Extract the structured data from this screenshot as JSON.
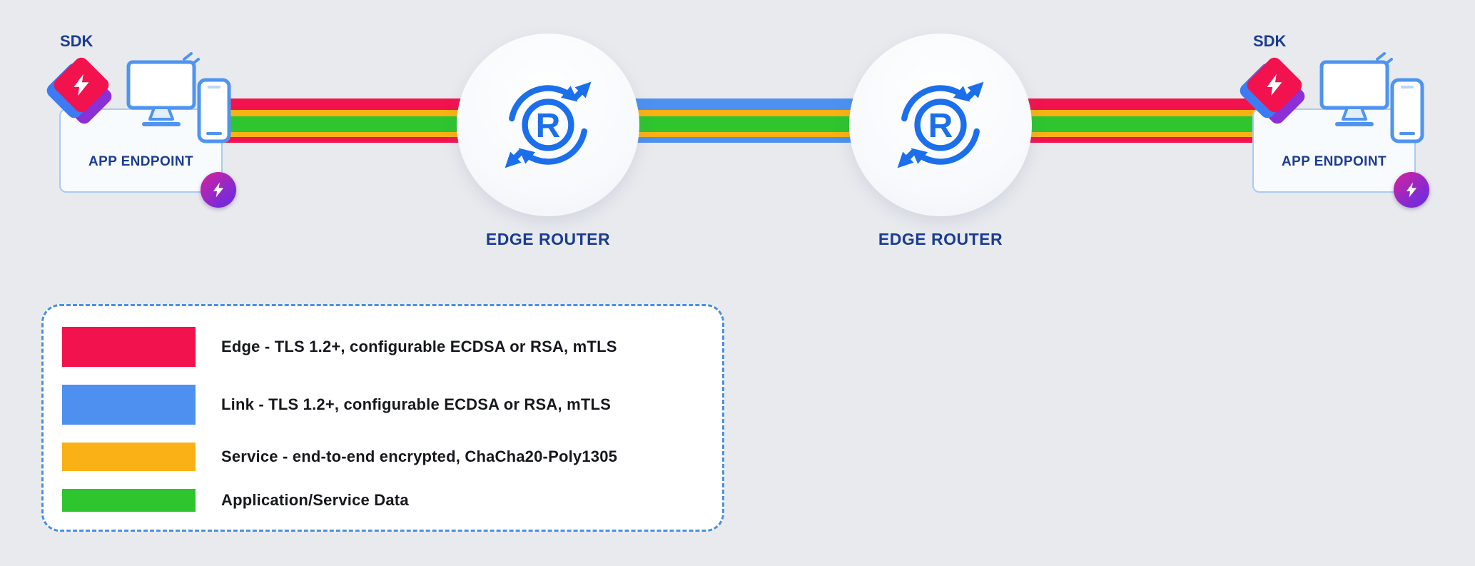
{
  "canvas": {
    "bg": "#e8eaee"
  },
  "colors": {
    "edge": "#F2124E",
    "link": "#4D90F0",
    "service": "#F9B115",
    "data": "#2EC52E",
    "router": "#1B6FEA",
    "navy": "#1B3C8F"
  },
  "left_endpoint": {
    "sdk": "SDK",
    "label": "APP ENDPOINT"
  },
  "right_endpoint": {
    "sdk": "SDK",
    "label": "APP ENDPOINT"
  },
  "left_router": {
    "label": "EDGE ROUTER",
    "letter": "R"
  },
  "right_router": {
    "label": "EDGE ROUTER",
    "letter": "R"
  },
  "legend": {
    "items": [
      {
        "key": "edge",
        "color": "#F2124E",
        "label": "Edge - TLS 1.2+, configurable ECDSA or RSA, mTLS"
      },
      {
        "key": "link",
        "color": "#4D90F0",
        "label": "Link - TLS 1.2+, configurable ECDSA or RSA, mTLS"
      },
      {
        "key": "service",
        "color": "#F9B115",
        "label": "Service - end-to-end encrypted, ChaCha20-Poly1305"
      },
      {
        "key": "data",
        "color": "#2EC52E",
        "label": "Application/Service Data"
      }
    ]
  }
}
